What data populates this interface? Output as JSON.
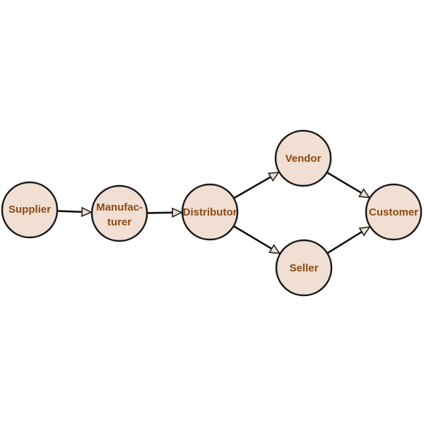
{
  "colors": {
    "node_fill": "#f0dfd2",
    "label": "#8b4a14",
    "arrow_fill": "#f0dfd2"
  },
  "nodes": {
    "supplier": {
      "label": "Supplier"
    },
    "manufacturer": {
      "label_line1": "Manufac-",
      "label_line2": "turer"
    },
    "distributor": {
      "label": "Distributor"
    },
    "vendor": {
      "label": "Vendor"
    },
    "seller": {
      "label": "Seller"
    },
    "customer": {
      "label": "Customer"
    }
  },
  "edges": [
    {
      "from": "supplier",
      "to": "manufacturer"
    },
    {
      "from": "manufacturer",
      "to": "distributor"
    },
    {
      "from": "distributor",
      "to": "vendor"
    },
    {
      "from": "distributor",
      "to": "seller"
    },
    {
      "from": "vendor",
      "to": "customer"
    },
    {
      "from": "seller",
      "to": "customer"
    }
  ]
}
